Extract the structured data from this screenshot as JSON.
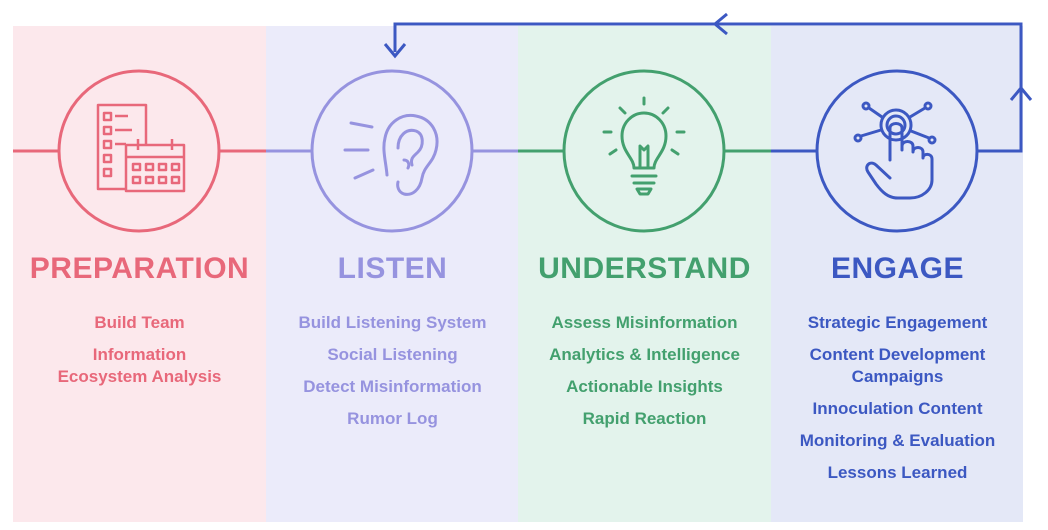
{
  "colors": {
    "preparation": "#e8687a",
    "listen": "#9693df",
    "understand": "#43a06e",
    "engage": "#3c58c2"
  },
  "stages": [
    {
      "title": "PREPARATION",
      "icon": "checklist-calendar-icon",
      "items": [
        "Build Team",
        "Information\nEcosystem Analysis"
      ]
    },
    {
      "title": "LISTEN",
      "icon": "ear-icon",
      "items": [
        "Build Listening System",
        "Social Listening",
        "Detect Misinformation",
        "Rumor Log"
      ]
    },
    {
      "title": "UNDERSTAND",
      "icon": "lightbulb-icon",
      "items": [
        "Assess Misinformation",
        "Analytics & Intelligence",
        "Actionable Insights",
        "Rapid Reaction"
      ]
    },
    {
      "title": "ENGAGE",
      "icon": "touch-hand-network-icon",
      "items": [
        "Strategic Engagement",
        "Content Development\nCampaigns",
        "Innoculation Content",
        "Monitoring & Evaluation",
        "Lessons Learned"
      ]
    }
  ]
}
